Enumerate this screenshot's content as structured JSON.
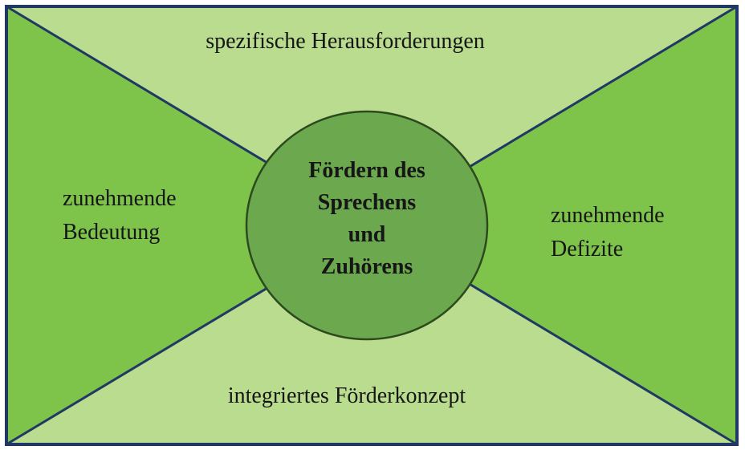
{
  "diagram": {
    "center": {
      "lines": [
        "Fördern des",
        "Sprechens",
        "und",
        "Zuhörens"
      ]
    },
    "top_label": "spezifische Herausforderungen",
    "bottom_label": "integriertes Förderkonzept",
    "left_label": {
      "line1": "zunehmende",
      "line2": "Bedeutung"
    },
    "right_label": {
      "line1": "zunehmende",
      "line2": "Defizite"
    },
    "colors": {
      "border": "#1f3864",
      "triangle_light": "#b9dc8e",
      "triangle_mid": "#7ec34a",
      "circle_fill": "#6ba84e",
      "circle_stroke": "#2d4a1e",
      "text": "#161616"
    }
  }
}
